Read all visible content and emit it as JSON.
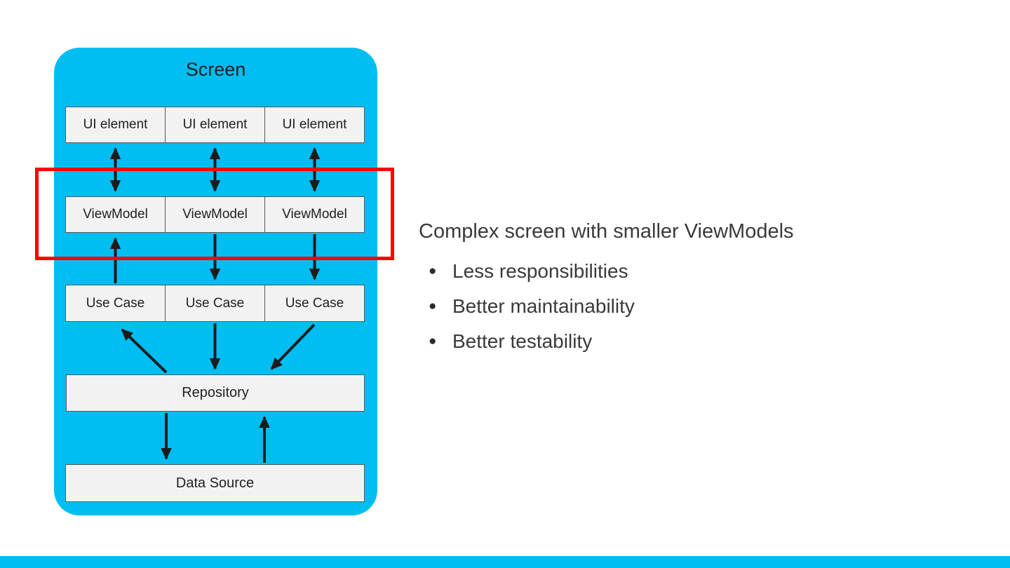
{
  "slide": {
    "colors": {
      "panel_cyan": "#00bdf2",
      "highlight_red": "#ff0000",
      "box_fill": "#f2f2f2",
      "box_border": "#595959",
      "arrow_black": "#1c1c1c",
      "text_dark": "#3a3a3a"
    }
  },
  "diagram": {
    "title": "Screen",
    "ui_row": [
      "UI element",
      "UI element",
      "UI element"
    ],
    "viewmodel_row": [
      "ViewModel",
      "ViewModel",
      "ViewModel"
    ],
    "usecase_row": [
      "Use Case",
      "Use Case",
      "Use Case"
    ],
    "repository": "Repository",
    "data_source": "Data Source"
  },
  "notes": {
    "title": "Complex screen with smaller ViewModels",
    "bullet_glyph": "●",
    "bullets": [
      "Less responsibilities",
      "Better maintainability",
      "Better testability"
    ]
  }
}
